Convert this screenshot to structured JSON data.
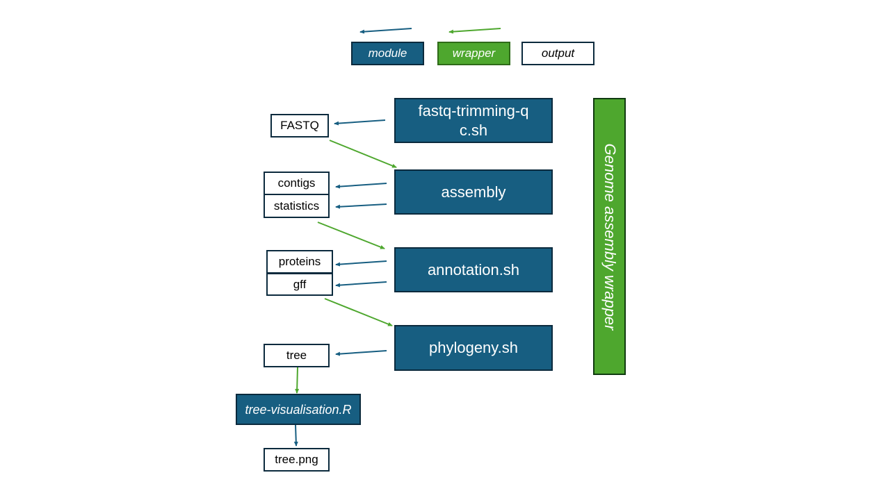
{
  "legend": {
    "module": "module",
    "wrapper": "wrapper",
    "output": "output"
  },
  "modules": {
    "fastq": "fastq-trimming-qc.sh",
    "assembly": "assembly",
    "annotation": "annotation.sh",
    "phylogeny": "phylogeny.sh",
    "tree_vis": "tree-visualisation.R"
  },
  "outputs": {
    "fastq": "FASTQ",
    "contigs": "contigs",
    "statistics": "statistics",
    "proteins": "proteins",
    "gff": "gff",
    "tree": "tree",
    "tree_png": "tree.png"
  },
  "wrapper": {
    "label": "Genome assembly wrapper"
  },
  "colors": {
    "module": "#175e81",
    "wrapper": "#4ea72e",
    "border": "#0b2a3d",
    "arrow_module": "#175e81",
    "arrow_wrapper": "#4ea72e"
  }
}
